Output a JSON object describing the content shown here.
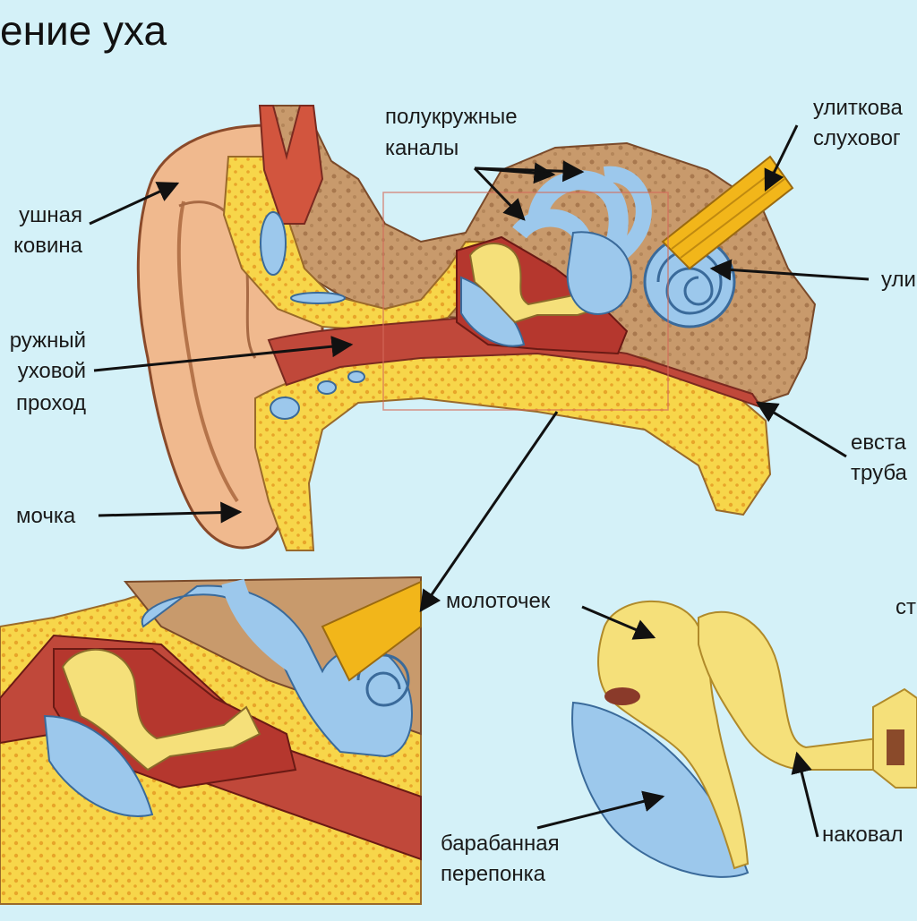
{
  "title": "ение уха",
  "labels": {
    "semicircular_1": "полукружные",
    "semicircular_2": "каналы",
    "cochlear_nerve_1": "улиткова",
    "cochlear_nerve_2": "слуховог",
    "auricle_1": "ушная",
    "auricle_2": "ковина",
    "cochlea": "ули",
    "canal_1": "ружный",
    "canal_2": "уховой",
    "canal_3": "проход",
    "eustachian_1": "евста",
    "eustachian_2": "труба",
    "lobe": "мочка",
    "malleus": "молоточек",
    "stapes": "ст",
    "eardrum_1": "барабанная",
    "eardrum_2": "перепонка",
    "incus": "наковал"
  },
  "colors": {
    "background": "#d4f1f8",
    "skin": "#f0b98e",
    "bone": "#f7d64a",
    "bone_brown": "#c4966a",
    "fluid_blue": "#9cc8ec",
    "muscle_red": "#b5372e",
    "ossicle_yellow": "#f5e07a"
  }
}
